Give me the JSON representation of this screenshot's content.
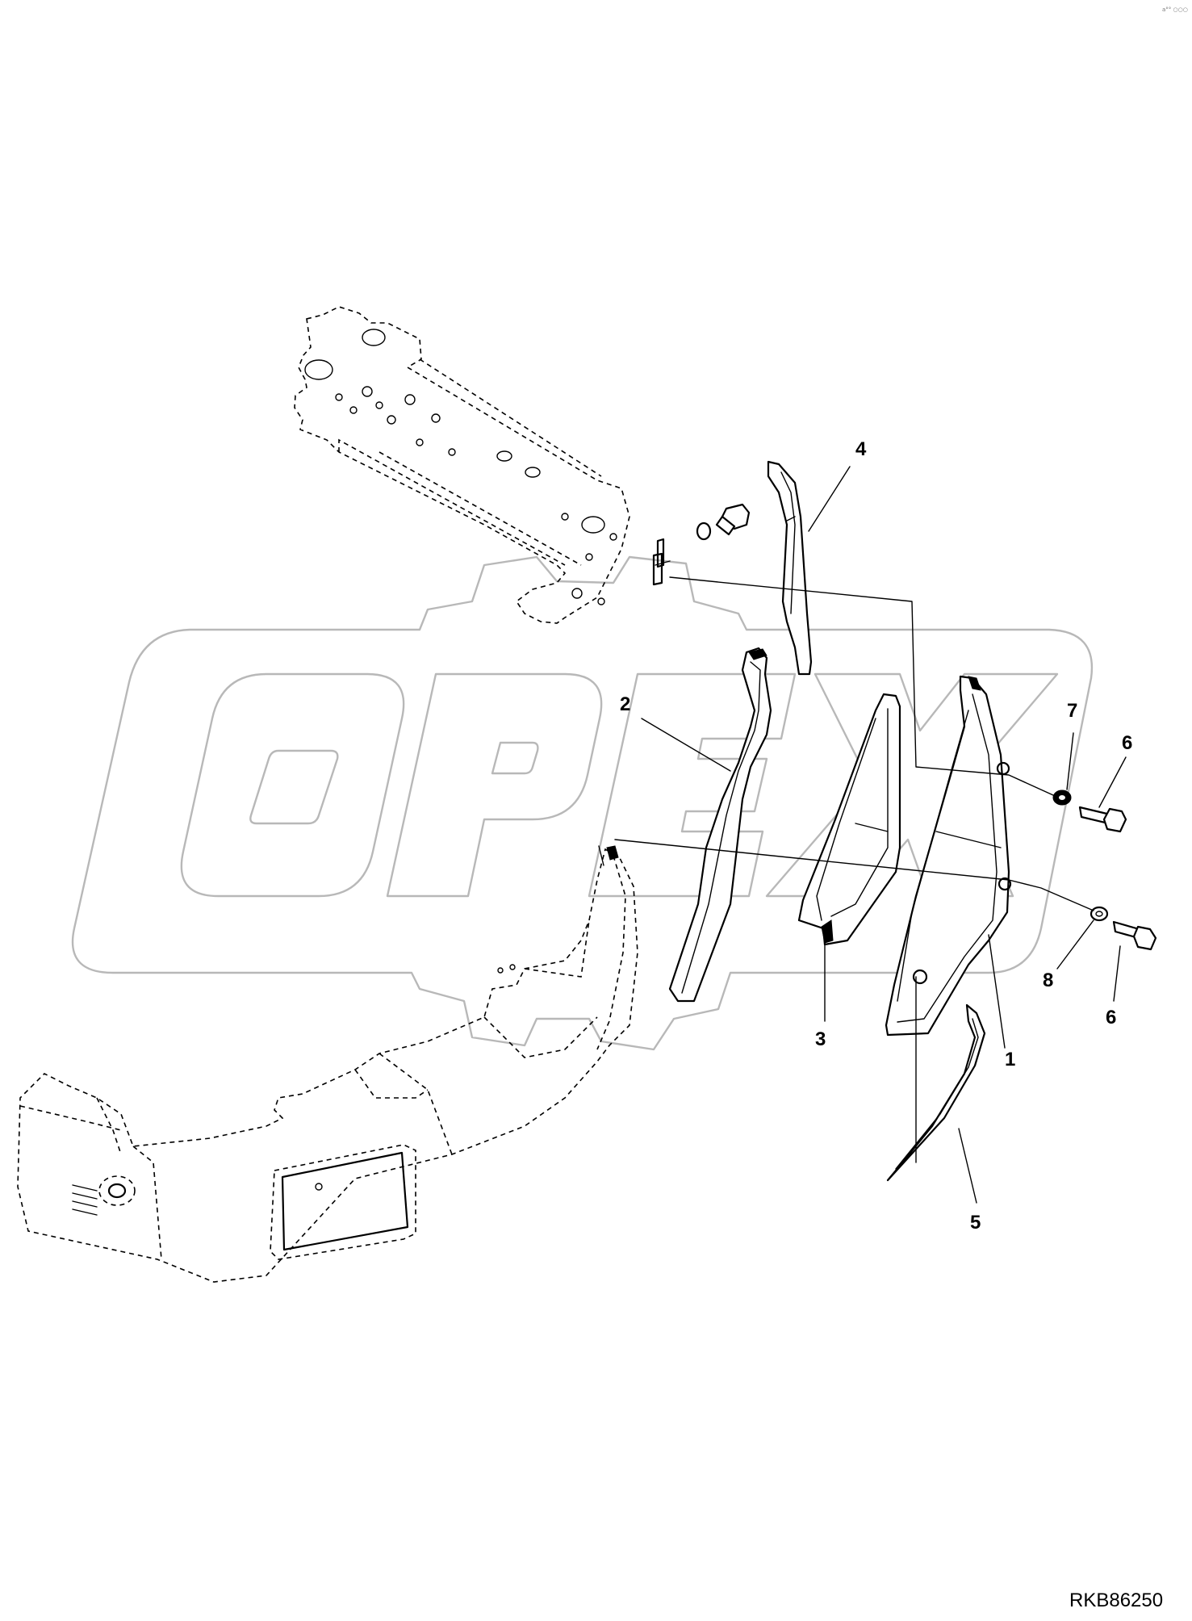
{
  "watermark": {
    "text": "OPEX"
  },
  "callouts": [
    {
      "id": "callout-4",
      "label": "4"
    },
    {
      "id": "callout-2",
      "label": "2"
    },
    {
      "id": "callout-7",
      "label": "7"
    },
    {
      "id": "callout-6-upper",
      "label": "6"
    },
    {
      "id": "callout-3",
      "label": "3"
    },
    {
      "id": "callout-1",
      "label": "1"
    },
    {
      "id": "callout-8",
      "label": "8"
    },
    {
      "id": "callout-6-lower",
      "label": "6"
    },
    {
      "id": "callout-5",
      "label": "5"
    }
  ],
  "drawing_code": "RKB86250",
  "corner_mark": "a°° ○○○"
}
